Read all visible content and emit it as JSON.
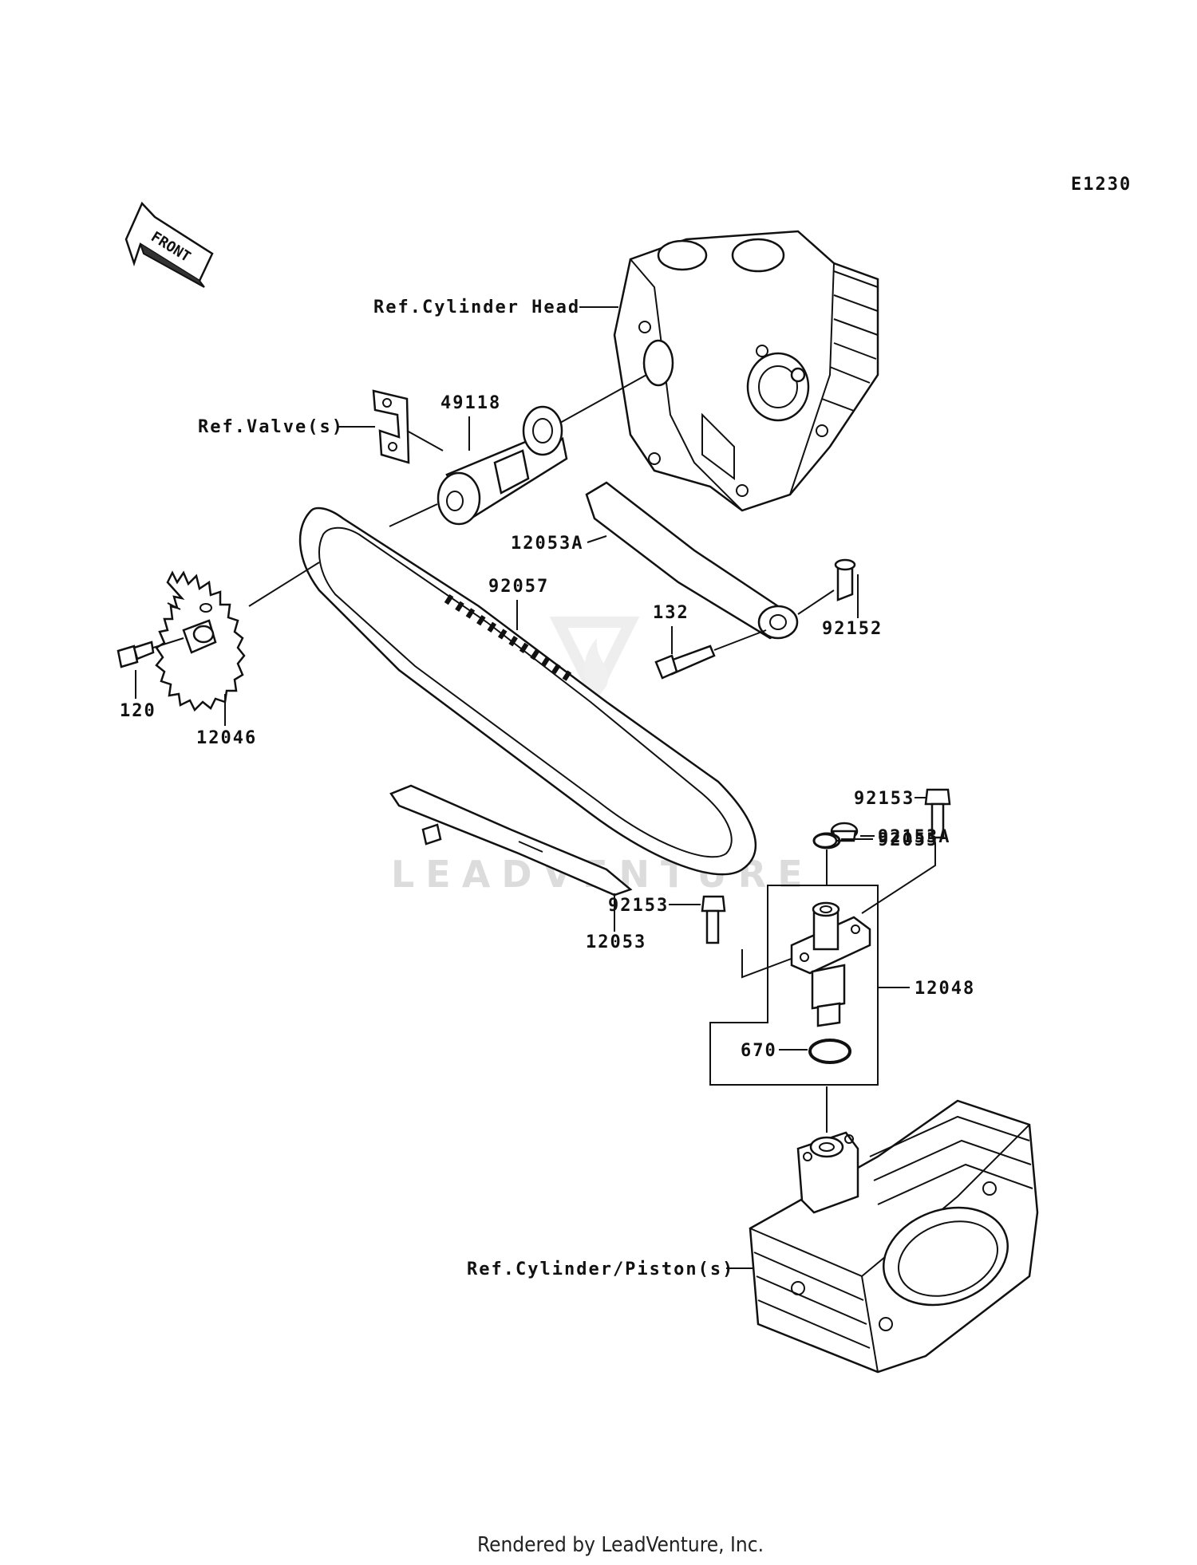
{
  "diagram_code": "E1230",
  "front_arrow_label": "FRONT",
  "reference_labels": {
    "cylinder_head": "Ref.Cylinder Head",
    "valves": "Ref.Valve(s)",
    "cylinder_piston": "Ref.Cylinder/Piston(s)"
  },
  "part_numbers": {
    "camshaft": "49118",
    "chain_guide_upper": "12053A",
    "chain": "92057",
    "bolt_132": "132",
    "collar": "92152",
    "bolt_120": "120",
    "sprocket": "12046",
    "chain_guide_lower": "12053",
    "tensioner_bolt_top": "92153",
    "cap_bolt": "92153A",
    "o_ring_small": "92055",
    "tensioner_bolt_left": "92153",
    "tensioner_assembly": "12048",
    "o_ring_670": "670"
  },
  "watermark": "LEADVENTURE",
  "footer": "Rendered by LeadVenture, Inc."
}
